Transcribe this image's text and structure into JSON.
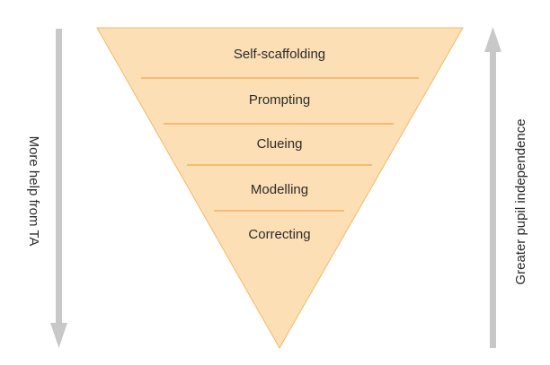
{
  "diagram": {
    "levels": [
      "Self-scaffolding",
      "Prompting",
      "Clueing",
      "Modelling",
      "Correcting"
    ],
    "left_label": "More help from TA",
    "right_label": "Greater pupil independence"
  },
  "colors": {
    "triangle_fill": "#fddfb5",
    "triangle_stroke": "#f4b767",
    "divider": "#f0a64b",
    "arrow": "#c8c8c8",
    "text": "#2b2b2b"
  }
}
